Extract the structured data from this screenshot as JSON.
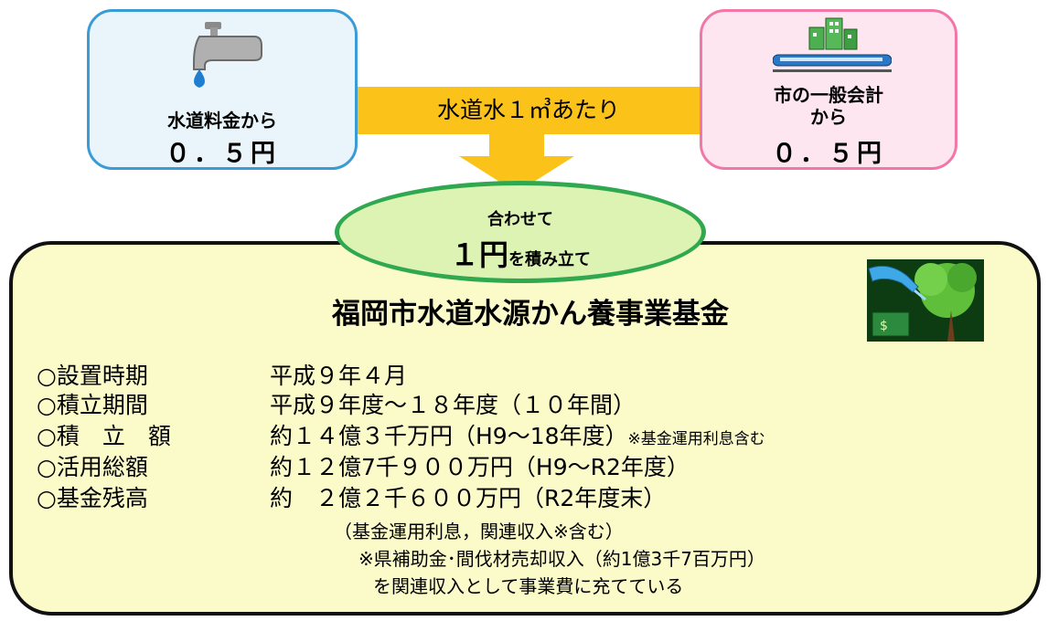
{
  "left_source": {
    "label": "水道料金から",
    "amount": "０．５円"
  },
  "right_source": {
    "label_line1": "市の一般会計",
    "label_line2": "から",
    "amount": "０．５円"
  },
  "connector": {
    "label": "水道水１㎥あたり"
  },
  "total": {
    "line1": "合わせて",
    "big": "１円",
    "rest": "を積み立て"
  },
  "fund": {
    "title": "福岡市水道水源かん養事業基金",
    "rows": [
      {
        "label": "○設置時期",
        "value": "平成９年４月"
      },
      {
        "label": "○積立期間",
        "value": "平成９年度～１８年度（１０年間）"
      },
      {
        "label": "○積　立　額",
        "value": "約１４億３千万円（H9～18年度）",
        "note": "※基金運用利息含む"
      },
      {
        "label": "○活用総額",
        "value": "約１２億7千９００万円（H9～R2年度）"
      },
      {
        "label": "○基金残高",
        "value": "約　２億２千６００万円（R2年度末）"
      }
    ],
    "notes": [
      "（基金運用利息，関連収入※含む）",
      "※県補助金･間伐材売却収入（約1億3千7百万円）",
      "を関連収入として事業費に充てている"
    ]
  },
  "icons": {
    "left": "faucet-icon",
    "right": "city-train-icon",
    "panel": "watering-money-tree-icon"
  },
  "colors": {
    "orange": "#fbc21a",
    "blue_border": "#3a9bd5",
    "pink_border": "#f277a8",
    "green_border": "#2fa84f",
    "panel_bg": "#fbfac9"
  }
}
